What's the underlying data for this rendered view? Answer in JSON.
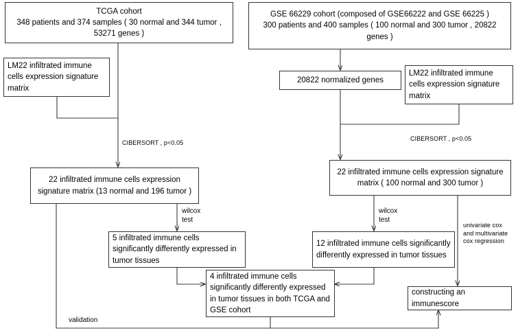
{
  "diagram": {
    "title": "Study design flowchart",
    "nodes": [
      {
        "id": "tcga-cohort",
        "name": "tcga-cohort-box",
        "text": "TCGA cohort\n348 patients and 374 samples ( 30 normal and 344 tumor , 53271 genes )",
        "align": "center"
      },
      {
        "id": "gse-cohort",
        "name": "gse-cohort-box",
        "text": "GSE 66229 cohort (composed of GSE66222 and GSE 66225 )\n300 patients and 400 samples ( 100 normal and 300 tumor , 20822 genes )",
        "align": "center"
      },
      {
        "id": "lm22-left",
        "name": "lm22-matrix-left-box",
        "text": "LM22 infiltrated immune cells expression signature matrix",
        "align": "left"
      },
      {
        "id": "normalized-genes",
        "name": "normalized-genes-box",
        "text": "20822 normalized genes",
        "align": "center"
      },
      {
        "id": "lm22-right",
        "name": "lm22-matrix-right-box",
        "text": "LM22 infiltrated immune cells expression signature matrix",
        "align": "left"
      },
      {
        "id": "matrix-tcga",
        "name": "immune-matrix-tcga-box",
        "text": "22 infiltrated immune cells expression signature matrix (13 normal and 196 tumor )",
        "align": "center"
      },
      {
        "id": "matrix-gse",
        "name": "immune-matrix-gse-box",
        "text": "22 infiltrated immune cells expression signature matrix (  100 normal and 300 tumor )",
        "align": "center"
      },
      {
        "id": "five-cells",
        "name": "five-immune-cells-box",
        "text": "5 infiltrated immune cells significantly differently expressed in tumor tissues",
        "align": "left"
      },
      {
        "id": "twelve-cells",
        "name": "twelve-immune-cells-box",
        "text": "12 infiltrated immune cells significantly differently expressed in tumor tissues",
        "align": "left"
      },
      {
        "id": "four-cells",
        "name": "four-immune-cells-box",
        "text": "4 infiltrated  immune cells significantly differently expressed in tumor tissues in both TCGA and GSE cohort",
        "align": "left"
      },
      {
        "id": "immunescore",
        "name": "constructing-immunescore-box",
        "text": "constructing an immunescore",
        "align": "left"
      }
    ],
    "edge_labels": [
      {
        "id": "cibersort-left",
        "name": "cibersort-left-label",
        "text": "CIBERSORT , p<0.05"
      },
      {
        "id": "cibersort-right",
        "name": "cibersort-right-label",
        "text": "CIBERSORT , p<0.05"
      },
      {
        "id": "wilcox-left",
        "name": "wilcox-test-left-label",
        "text": "wilcox\ntest"
      },
      {
        "id": "wilcox-right",
        "name": "wilcox-test-right-label",
        "text": "wilcox\ntest"
      },
      {
        "id": "cox",
        "name": "cox-regression-label",
        "text": "univariate  cox\nand multivariate\ncox regression"
      },
      {
        "id": "validation",
        "name": "validation-label",
        "text": "validation"
      }
    ]
  }
}
